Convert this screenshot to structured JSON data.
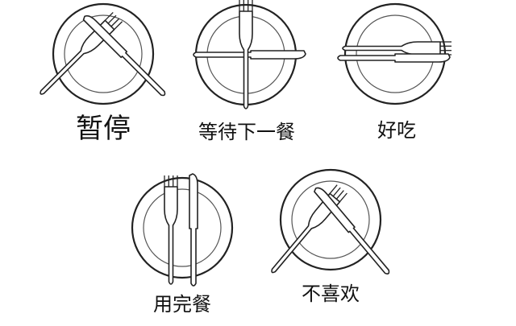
{
  "diagram": {
    "etiquette": [
      {
        "id": "pause",
        "label": "暂停"
      },
      {
        "id": "wait-next",
        "label": "等待下一餐"
      },
      {
        "id": "delicious",
        "label": "好吃"
      },
      {
        "id": "finished",
        "label": "用完餐"
      },
      {
        "id": "dislike",
        "label": "不喜欢"
      }
    ]
  },
  "colors": {
    "line": "#222222",
    "background": "#ffffff"
  }
}
